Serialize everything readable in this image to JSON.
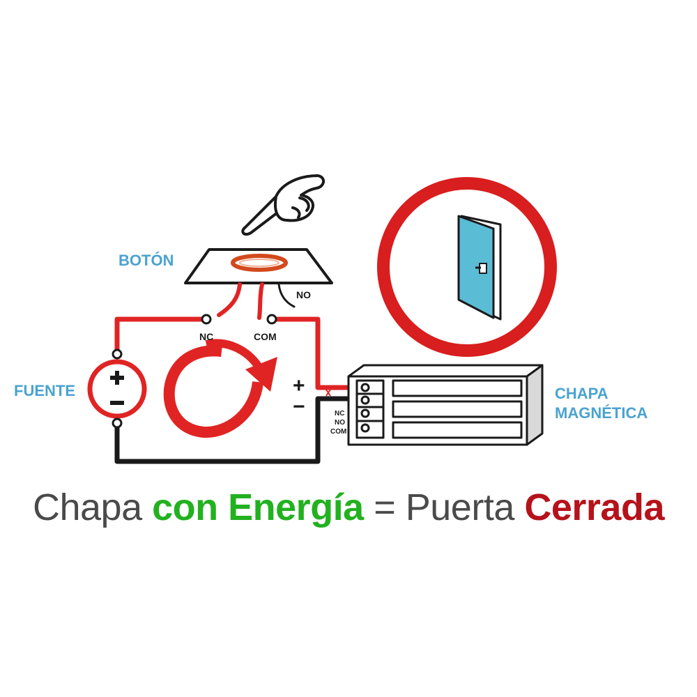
{
  "labels": {
    "button": "BOTÓN",
    "button_no": "NO",
    "switch_nc": "NC",
    "switch_com": "COM",
    "source": "FUENTE",
    "lock_line1": "CHAPA",
    "lock_line2": "MAGNÉTICA",
    "plus": "+",
    "minus": "−",
    "lock_nc": "NC",
    "lock_no": "NO",
    "lock_com": "COM"
  },
  "icons": {
    "hand": "pointing-hand-icon",
    "door": "door-icon",
    "flow": "circular-arrow-icon"
  },
  "caption": {
    "part1": "Chapa ",
    "part2": "con Energía",
    "part3": " = Puerta ",
    "part4": "Cerrada"
  },
  "colors": {
    "label_blue": "#4aa3d1",
    "wire_red": "#e02424",
    "wire_black": "#1a1a1a",
    "caption_gray": "#4a4a4a",
    "caption_green": "#22b11f",
    "caption_red": "#b5121b",
    "door_blue": "#5bbcd6",
    "ring_red": "#d81e1e"
  }
}
